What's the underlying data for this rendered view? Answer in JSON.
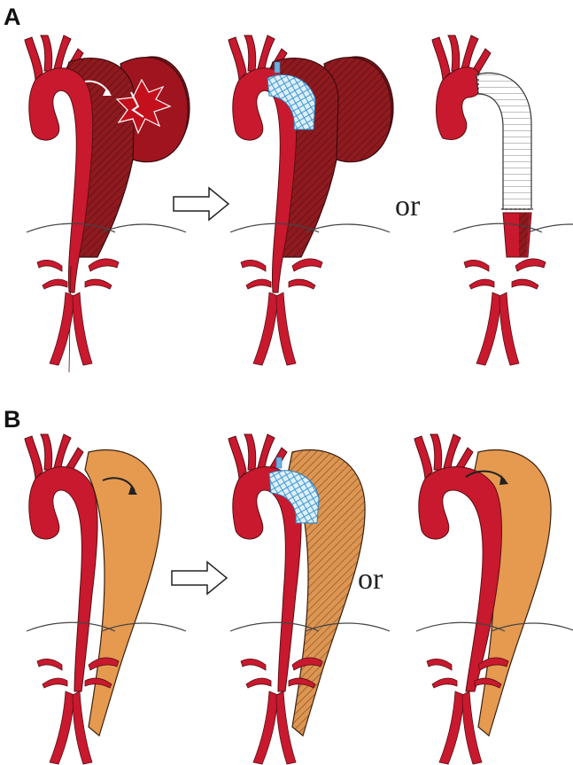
{
  "panels": [
    {
      "label": "A",
      "or_text": "or"
    },
    {
      "label": "B",
      "or_text": "or"
    }
  ],
  "colors": {
    "artery": "#c8192e",
    "artery_dark": "#8e1a1f",
    "aneurysm": "#a0141f",
    "rupture": "#b8111c",
    "false_lumen": "#e59a50",
    "stent_mesh": "#4aa3d8",
    "graft": "#ffffff",
    "outline": "#3a0a0e"
  },
  "icons": [
    "right-arrow-icon",
    "flow-arrow-icon",
    "stent-graft-icon",
    "surgical-graft-icon",
    "rupture-icon"
  ]
}
